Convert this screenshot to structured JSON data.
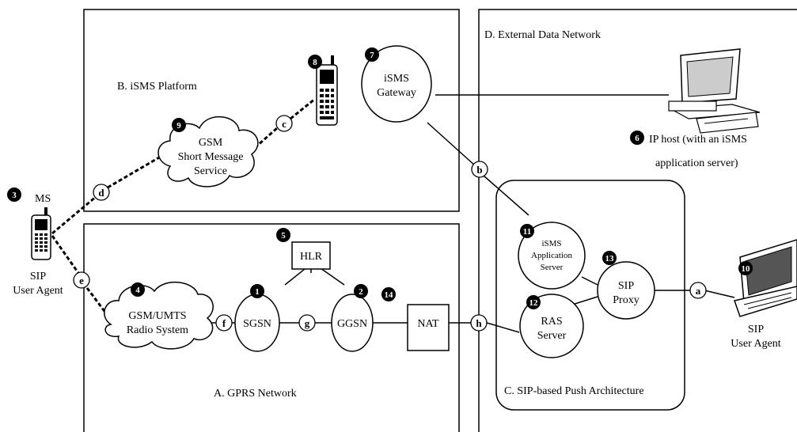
{
  "regions": {
    "gprs": "A. GPRS Network",
    "isms": "B. iSMS Platform",
    "sip_push": "C. SIP-based Push Architecture",
    "external": "D. External Data Network"
  },
  "nodes": {
    "sgsn": {
      "num": "1",
      "label": "SGSN"
    },
    "ggsn": {
      "num": "2",
      "label": "GGSN"
    },
    "ms": {
      "num": "3",
      "label": "MS",
      "caption_line1": "SIP",
      "caption_line2": "User Agent"
    },
    "radio": {
      "num": "4",
      "line1": "GSM/UMTS",
      "line2": "Radio System"
    },
    "hlr": {
      "num": "5",
      "label": "HLR"
    },
    "ip_host": {
      "num": "6",
      "line1": "IP host (with an iSMS",
      "line2": "application server)"
    },
    "isms_gateway": {
      "num": "7",
      "line1": "iSMS",
      "line2": "Gateway"
    },
    "gateway_phone": {
      "num": "8"
    },
    "gsm_sms": {
      "num": "9",
      "line1": "GSM",
      "line2": "Short Message",
      "line3": "Service"
    },
    "laptop": {
      "num": "10",
      "caption_line1": "SIP",
      "caption_line2": "User Agent"
    },
    "isms_app_server": {
      "num": "11",
      "line1": "iSMS",
      "line2": "Application",
      "line3": "Server"
    },
    "ras_server": {
      "num": "12",
      "line1": "RAS",
      "line2": "Server"
    },
    "sip_proxy": {
      "num": "13",
      "line1": "SIP",
      "line2": "Proxy"
    },
    "nat": {
      "num": "14",
      "label": "NAT"
    }
  },
  "links": {
    "a": "a",
    "b": "b",
    "c": "c",
    "d": "d",
    "e": "e",
    "f": "f",
    "g": "g",
    "h": "h"
  }
}
